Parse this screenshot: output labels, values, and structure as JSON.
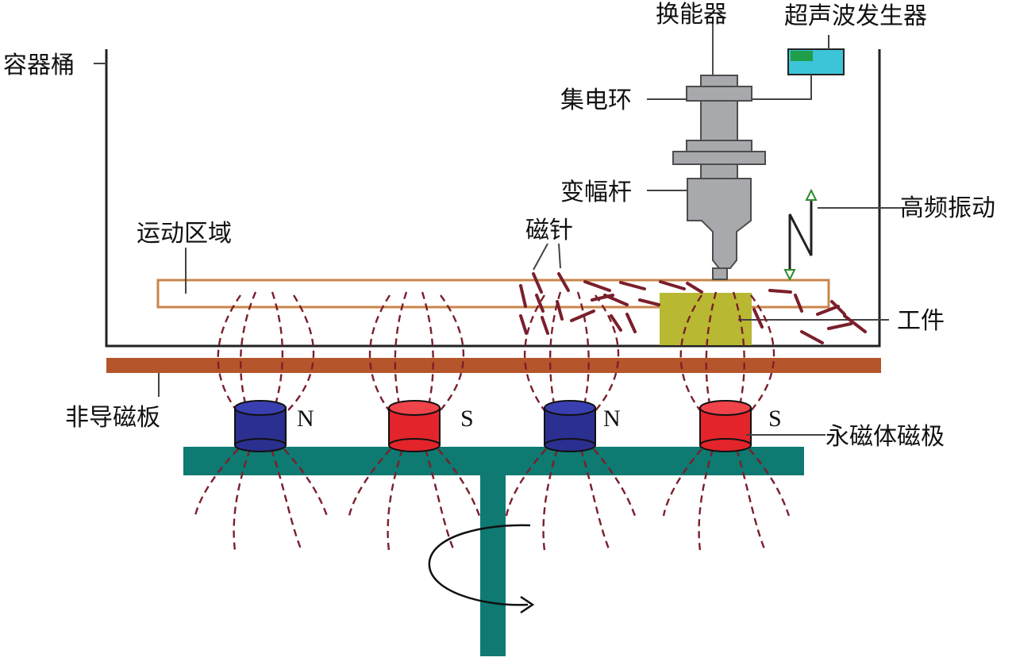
{
  "labels": {
    "container": "容器桶",
    "transducer": "换能器",
    "generator": "超声波发生器",
    "slip_ring": "集电环",
    "horn": "变幅杆",
    "hf_vibration": "高频振动",
    "motion_zone": "运动区域",
    "magnetic_needles": "磁针",
    "workpiece": "工件",
    "nonconductive_plate": "非导磁板",
    "magnet_poles": "永磁体磁极"
  },
  "poles": [
    "N",
    "S",
    "N",
    "S"
  ],
  "colors": {
    "pole_n": "#2b2f8f",
    "pole_s": "#e3242b",
    "plate": "#b5552b",
    "disc": "#0e7a72",
    "workpiece": "#b8b832",
    "motion_zone": "#c8864a",
    "field_lines": "#7a1f2b",
    "generator": "#3cc4d8",
    "generator_indicator": "#1f9e4a",
    "vibration_arrow": "#2e8b2e"
  }
}
